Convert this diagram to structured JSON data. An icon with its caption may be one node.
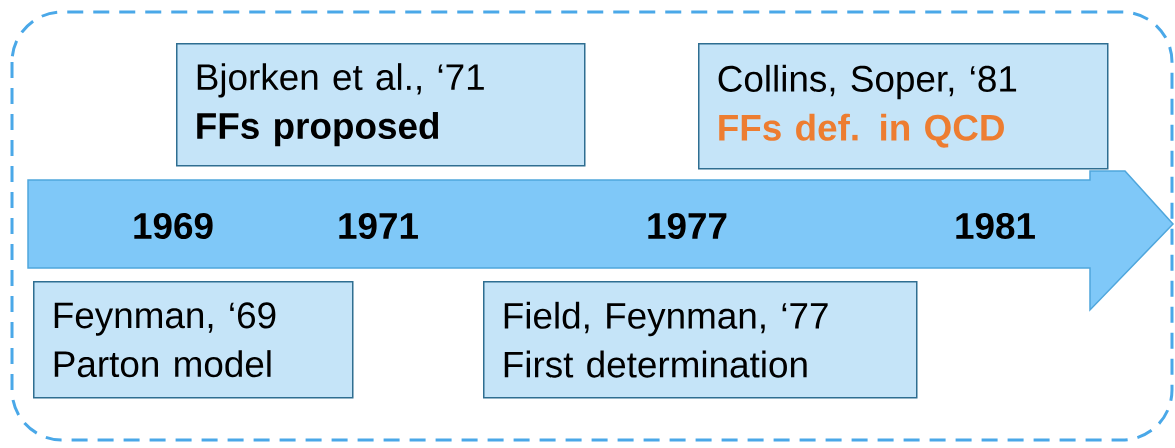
{
  "diagram": {
    "nodes": [
      {
        "text": [
          "Bjorken et al., ‘71",
          "FFs proposed"
        ]
      },
      {
        "text": [
          "Collins, Soper, ‘81",
          "FFs def.  in QCD"
        ]
      },
      {
        "text": [
          "1969",
          "1971",
          "1977",
          "1981"
        ]
      },
      {
        "text": [
          "Feynman, ‘69",
          "Parton model"
        ]
      },
      {
        "text": [
          "Field, Feynman, ‘77",
          "First determination"
        ]
      }
    ],
    "edges": []
  }
}
